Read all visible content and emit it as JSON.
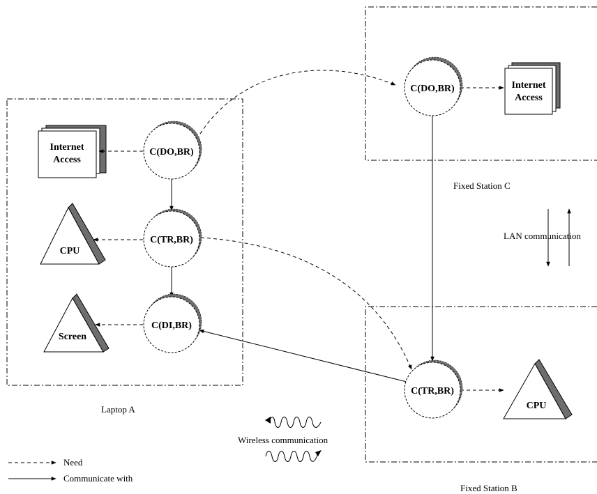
{
  "containers": {
    "laptop_a": "Laptop A",
    "fixed_station_c": "Fixed Station C",
    "fixed_station_b": "Fixed Station B"
  },
  "nodes": {
    "laptop_do": "C(DO,BR)",
    "laptop_tr": "C(TR,BR)",
    "laptop_di": "C(DI,BR)",
    "station_c_do": "C(DO,BR)",
    "station_b_tr": "C(TR,BR)"
  },
  "resources": {
    "laptop_internet_line1": "Internet",
    "laptop_internet_line2": "Access",
    "laptop_cpu": "CPU",
    "laptop_screen": "Screen",
    "station_c_internet_line1": "Internet",
    "station_c_internet_line2": "Access",
    "station_b_cpu": "CPU"
  },
  "annotations": {
    "lan": "LAN communication",
    "wireless": "Wireless communication"
  },
  "legend": {
    "need": "Need",
    "communicate": "Communicate with"
  }
}
